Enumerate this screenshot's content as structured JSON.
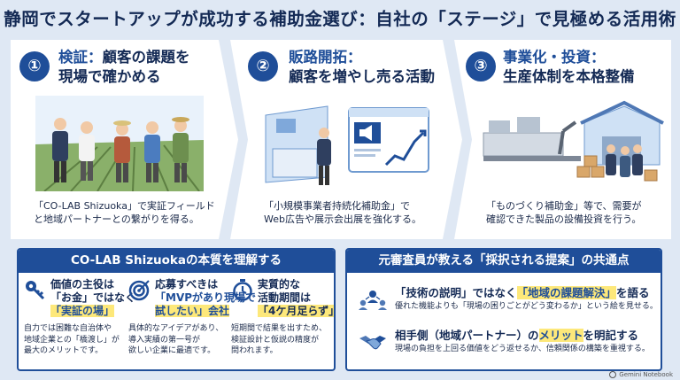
{
  "title": "静岡でスタートアップが成功する補助金選び：自社の「ステージ」で見極める活用術",
  "steps": [
    {
      "number": "①",
      "title_highlight": "検証：",
      "title_rest": "顧客の課題を",
      "title_line2": "現場で確かめる",
      "desc_line1": "「CO-LAB Shizuoka」で実証フィールド",
      "desc_line2": "と地域パートナーとの繋がりを得る。"
    },
    {
      "number": "②",
      "title_highlight": "販路開拓：",
      "title_rest": "",
      "title_line2": "顧客を増やし売る活動",
      "desc_line1": "「小規模事業者持続化補助金」で",
      "desc_line2": "Web広告や展示会出展を強化する。"
    },
    {
      "number": "③",
      "title_highlight": "事業化・投資：",
      "title_rest": "",
      "title_line2": "生産体制を本格整備",
      "desc_line1": "「ものづくり補助金」等で、需要が",
      "desc_line2": "確認できた製品の設備投資を行う。"
    }
  ],
  "colab": {
    "header": "CO-LAB Shizuokaの本質を理解する",
    "columns": [
      {
        "icon": "key-icon",
        "head_line1": "価値の主役は",
        "head_line2": "「お金」ではなく",
        "head_line3": "「実証の場」",
        "body": [
          "自力では困難な自治体や",
          "地域企業との「橋渡し」が",
          "最大のメリットです。"
        ]
      },
      {
        "icon": "target-icon",
        "head_line1": "応募すべきは",
        "head_line2": "「MVPがあり現場で",
        "head_line3": "試したい」会社",
        "body": [
          "具体的なアイデアがあり、",
          "導入実績の第一号が",
          "欲しい企業に最適です。"
        ]
      },
      {
        "icon": "stopwatch-icon",
        "head_line1": "実質的な",
        "head_line2": "活動期間は",
        "head_line3": "「4ケ月足らず」",
        "body": [
          "短期間で結果を出すため、",
          "検証設計と仮説の精度が",
          "問われます。"
        ]
      }
    ]
  },
  "examiner": {
    "header": "元審査員が教える「採択される提案」の共通点",
    "points": [
      {
        "icon": "people-network-icon",
        "head_a": "「技術の説明」ではなく",
        "head_b": "「地域の課題解決」",
        "head_c": "を語る",
        "sub": "優れた機能よりも「現場の困りごとがどう変わるか」という絵を見せる。"
      },
      {
        "icon": "handshake-icon",
        "head_a": "相手側（地域パートナー）の",
        "head_b": "メリット",
        "head_c": "を明記する",
        "sub": "現場の負担を上回る価値をどう返せるか、信頼関係の構築を重視する。"
      }
    ]
  },
  "credit": "Gemini Notebook",
  "colors": {
    "navy": "#1f4e99",
    "dark": "#142a55",
    "highlight": "#fde87a",
    "bg": "#dfe8f4"
  }
}
